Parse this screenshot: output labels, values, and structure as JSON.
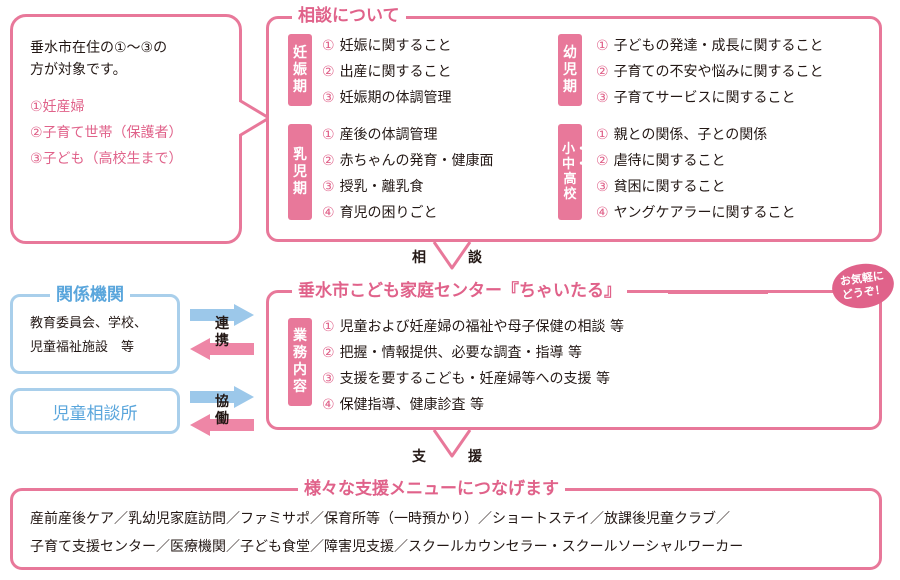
{
  "eligibility": {
    "intro_line1": "垂水市在住の①〜③の",
    "intro_line2": "方が対象です。",
    "items": [
      "①妊産婦",
      "②子育て世帯（保護者）",
      "③子ども（高校生まで）"
    ]
  },
  "consult": {
    "title": "相談について",
    "groups": [
      {
        "tag": "妊娠期",
        "items": [
          {
            "num": "①",
            "text": "妊娠に関すること"
          },
          {
            "num": "②",
            "text": "出産に関すること"
          },
          {
            "num": "③",
            "text": "妊娠期の体調管理"
          }
        ]
      },
      {
        "tag": "乳児期",
        "items": [
          {
            "num": "①",
            "text": "産後の体調管理"
          },
          {
            "num": "②",
            "text": "赤ちゃんの発育・健康面"
          },
          {
            "num": "③",
            "text": "授乳・離乳食"
          },
          {
            "num": "④",
            "text": "育児の困りごと"
          }
        ]
      },
      {
        "tag": "幼児期",
        "items": [
          {
            "num": "①",
            "text": "子どもの発達・成長に関すること"
          },
          {
            "num": "②",
            "text": "子育ての不安や悩みに関すること"
          },
          {
            "num": "③",
            "text": "子育てサービスに関すること"
          }
        ]
      },
      {
        "tag": "小・中・高校",
        "items": [
          {
            "num": "①",
            "text": "親との関係、子との関係"
          },
          {
            "num": "②",
            "text": "虐待に関すること"
          },
          {
            "num": "③",
            "text": "貧困に関すること"
          },
          {
            "num": "④",
            "text": "ヤングケアラーに関すること"
          }
        ]
      }
    ]
  },
  "flow1": {
    "left": "相",
    "right": "談"
  },
  "center": {
    "title": "垂水市こども家庭センター『ちゃいたる』",
    "tag": "業務内容",
    "badge_line1": "お気軽に",
    "badge_line2": "どうぞ！",
    "items": [
      {
        "num": "①",
        "text": "児童および妊産婦の福祉や母子保健の相談 等"
      },
      {
        "num": "②",
        "text": "把握・情報提供、必要な調査・指導 等"
      },
      {
        "num": "③",
        "text": "支援を要するこども・妊産婦等への支援 等"
      },
      {
        "num": "④",
        "text": "保健指導、健康診査 等"
      }
    ]
  },
  "agencies": {
    "title": "関係機関",
    "line1": "教育委員会、学校、",
    "line2": "児童福祉施設　等"
  },
  "consult_center": {
    "title": "児童相談所"
  },
  "arrows": {
    "label1": "連携",
    "label2": "協働"
  },
  "flow2": {
    "left": "支",
    "right": "援"
  },
  "support": {
    "title": "様々な支援メニューにつなげます",
    "line1": "産前産後ケア／乳幼児家庭訪問／ファミサポ／保育所等（一時預かり）／ショートステイ／放課後児童クラブ／",
    "line2": "子育て支援センター／医療機関／子ども食堂／障害児支援／スクールカウンセラー・スクールソーシャルワーカー"
  },
  "colors": {
    "pink": "#e8789a",
    "pink_text": "#e0628a",
    "blue": "#a9cfeb",
    "blue_text": "#5aa6dc"
  }
}
